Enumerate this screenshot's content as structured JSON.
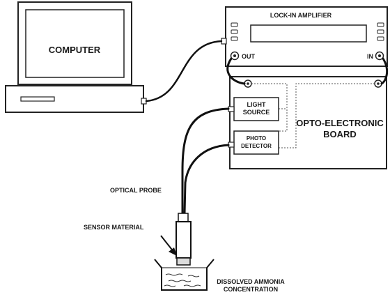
{
  "labels": {
    "computer": "COMPUTER",
    "lock_in_amplifier": "LOCK-IN AMPLIFIER",
    "out": "OUT",
    "in": "IN",
    "light_source_line1": "LIGHT",
    "light_source_line2": "SOURCE",
    "photo_detector_line1": "PHOTO",
    "photo_detector_line2": "DETECTOR",
    "opto_board_line1": "OPTO-ELECTRONIC",
    "opto_board_line2": "BOARD",
    "optical_probe": "OPTICAL PROBE",
    "sensor_material": "SENSOR MATERIAL",
    "dissolved_line1": "DISSOLVED AMMONIA",
    "dissolved_line2": "CONCENTRATION"
  }
}
